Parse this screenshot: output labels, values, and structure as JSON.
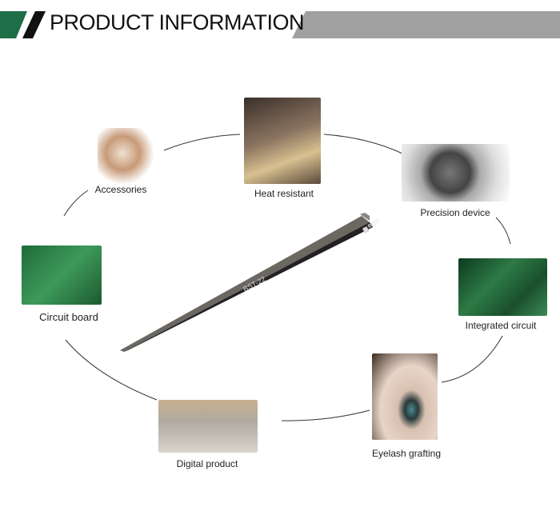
{
  "header": {
    "title": "PRODUCT INFORMATION",
    "green": "#1e6e48",
    "gray": "#a0a0a0"
  },
  "product": {
    "model": "BST-22",
    "brand": "BEST"
  },
  "applications": [
    {
      "label": "Accessories",
      "icon": "brooch-image"
    },
    {
      "label": "Heat resistant",
      "icon": "heat-image"
    },
    {
      "label": "Precision device",
      "icon": "watch-image"
    },
    {
      "label": "Integrated circuit",
      "icon": "ic-image"
    },
    {
      "label": "Eyelash grafting",
      "icon": "eyelash-image"
    },
    {
      "label": "Digital product",
      "icon": "phone-image"
    },
    {
      "label": "Circuit board",
      "icon": "pcb-image"
    }
  ]
}
